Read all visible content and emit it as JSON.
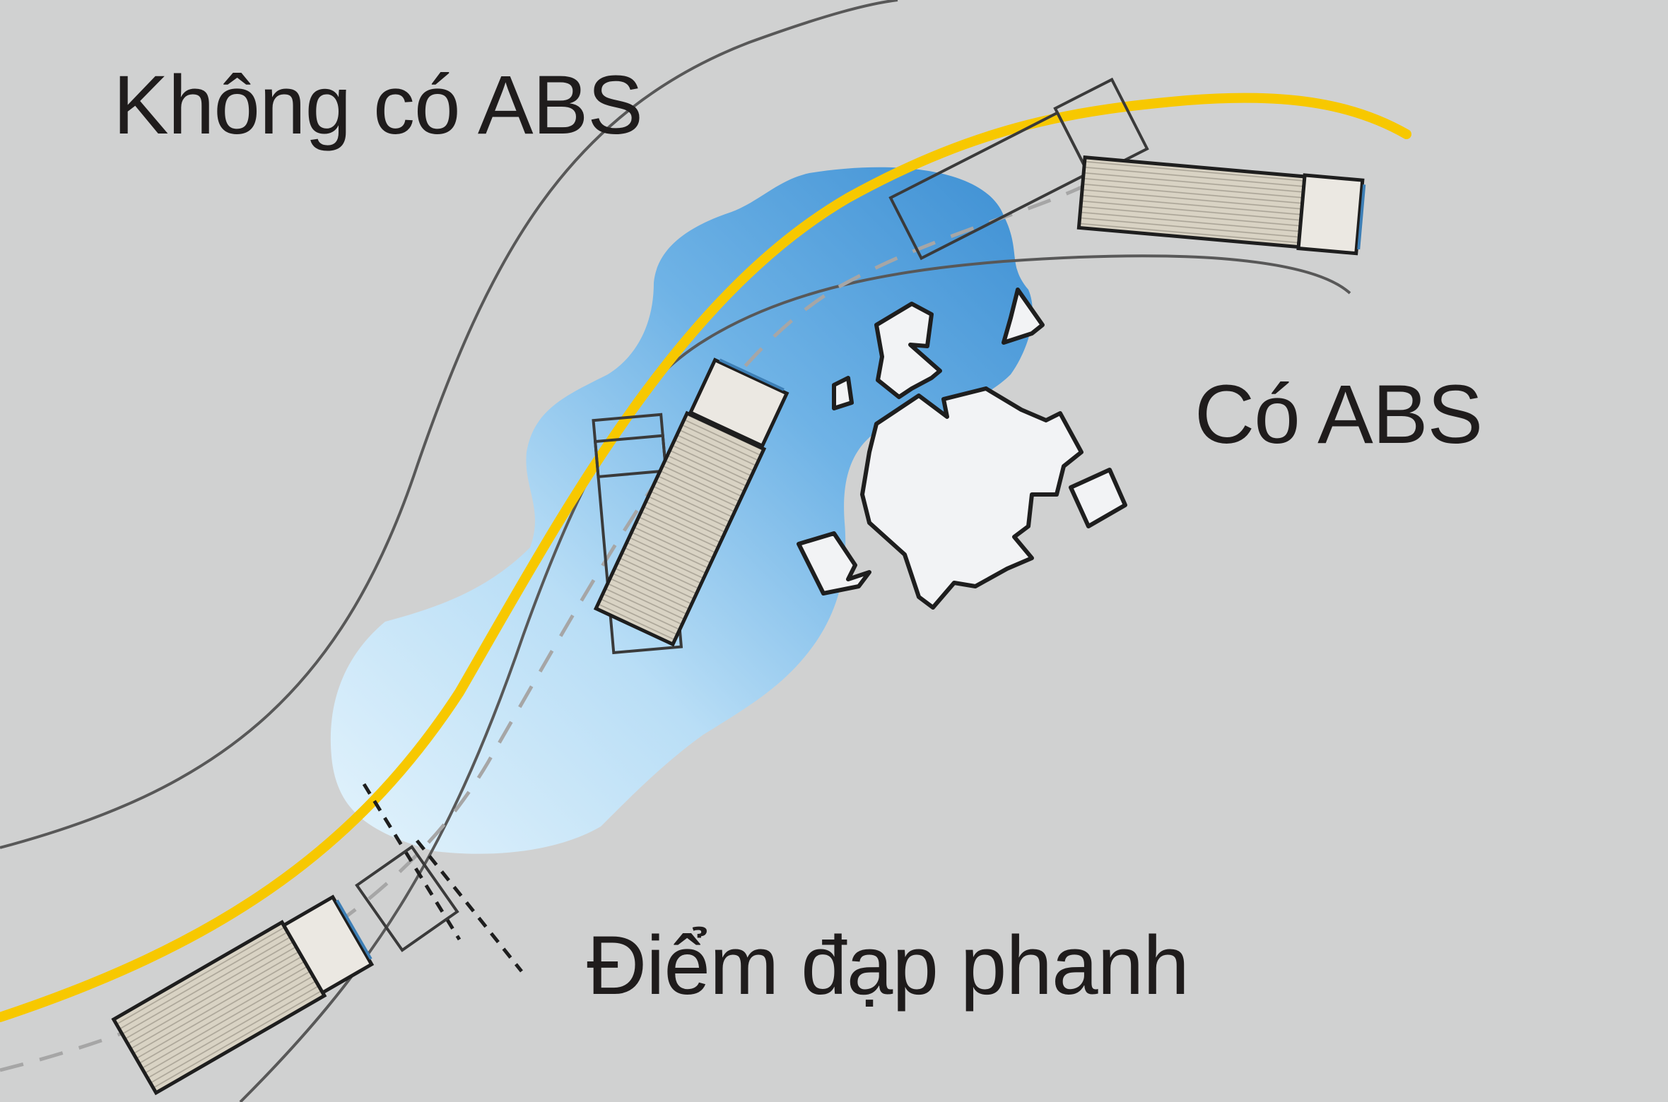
{
  "labels": {
    "no_abs": "Không có ABS",
    "abs": "Có ABS",
    "brake_point": "Điểm đạp phanh"
  },
  "colors": {
    "background": "#d0d1d1",
    "road_edge": "#555555",
    "centre_dash": "#a9a9a9",
    "no_abs_path": "#f5c800",
    "water_light": "#d4ecfa",
    "water_dark": "#4f9fd9",
    "obstacle_fill": "#f2f3f5",
    "outline": "#1e1e1e",
    "truck_cargo": "#d8d3c5",
    "truck_cab": "#ebe8e2"
  },
  "icons": [
    "truck-icon",
    "rock-obstacle-icon",
    "water-puddle-icon"
  ]
}
